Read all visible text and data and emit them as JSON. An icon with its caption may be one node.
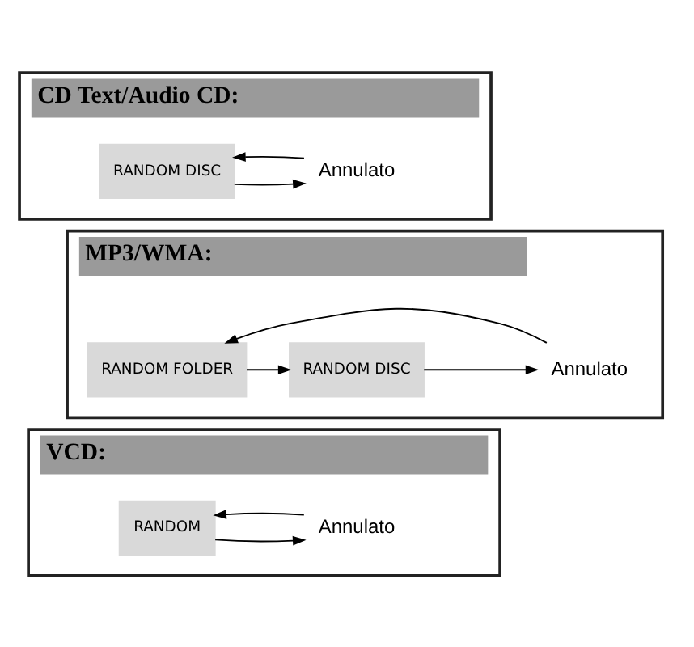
{
  "diagram": {
    "nodes": [
      {
        "text": [
          "VCD:"
        ]
      },
      {
        "text": [
          "RANDOM"
        ],
        "in": 0
      },
      {
        "text": [
          "Annulato"
        ],
        "in": 0
      },
      {
        "text": [
          "MP3/WMA:"
        ]
      },
      {
        "text": [
          "RANDOM FOLDER"
        ],
        "in": 3
      },
      {
        "text": [
          "RANDOM DISC"
        ],
        "in": 3
      },
      {
        "text": [
          "Annulato"
        ],
        "in": 3
      },
      {
        "text": [
          "CD Text/Audio CD:"
        ]
      },
      {
        "text": [
          "RANDOM DISC"
        ],
        "in": 7
      },
      {
        "text": [
          "Annulato"
        ],
        "in": 7
      }
    ],
    "edges": [
      {
        "from": 1,
        "to": 2,
        "arrow": "to"
      },
      {
        "from": 2,
        "to": 1,
        "arrow": "to"
      },
      {
        "from": 4,
        "to": 5,
        "arrow": "to"
      },
      {
        "from": 5,
        "to": 6,
        "arrow": "to"
      },
      {
        "from": 6,
        "to": 4,
        "arrow": "to"
      },
      {
        "from": 8,
        "to": 9,
        "arrow": "to"
      },
      {
        "from": 9,
        "to": 8,
        "arrow": "to"
      }
    ]
  }
}
